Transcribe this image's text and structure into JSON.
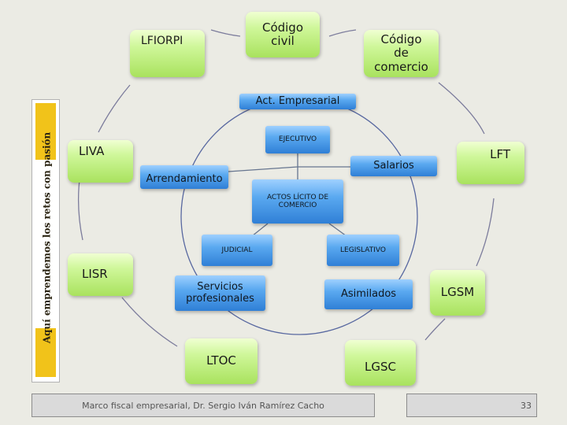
{
  "nodes": {
    "lfiorpi": "LFIORPI",
    "codigo_civil": "Código civil",
    "codigo_comercio": "Código de comercio",
    "act_empresarial": "Act. Empresarial",
    "ejecutivo": "EJECUTIVO",
    "liva": "LIVA",
    "lft": "LFT",
    "salarios": "Salarios",
    "arrendamiento": "Arrendamiento",
    "actos": "ACTOS LÍCITO DE COMERCIO",
    "judicial": "JUDICIAL",
    "legislativo": "LEGISLATIVO",
    "lisr": "LISR",
    "servicios": "Servicios profesionales",
    "asimilados": "Asimilados",
    "lgsm": "LGSM",
    "ltoc": "LTOC",
    "lgsc": "LGSC"
  },
  "logo": {
    "text": "Aquí emprendemos los retos con pasión"
  },
  "footer": {
    "citation": "Marco fiscal empresarial, Dr. Sergio Iván Ramírez Cacho",
    "page_number": "33"
  },
  "colors": {
    "background": "#ebebe4",
    "green_node": "#b8ea73",
    "blue_node": "#4a9be8",
    "connector": "#7c7c9c"
  }
}
